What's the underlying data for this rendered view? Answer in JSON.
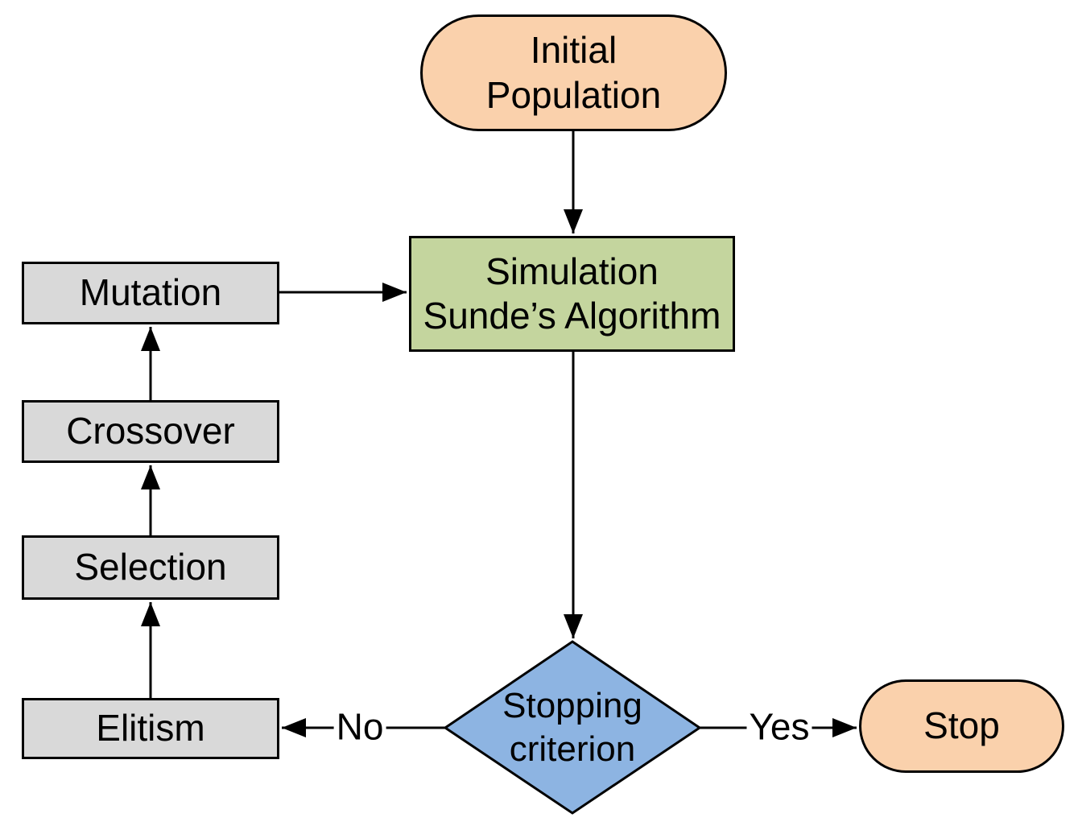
{
  "colors": {
    "terminal_fill": "#fad1ac",
    "process_fill": "#c4d59e",
    "decision_fill": "#8db4e2",
    "step_fill": "#d9d9d9",
    "stroke": "#000000"
  },
  "nodes": {
    "initial_population": {
      "type": "terminal",
      "lines": [
        "Initial",
        "Population"
      ]
    },
    "simulation": {
      "type": "process",
      "lines": [
        "Simulation",
        "Sunde’s Algorithm"
      ]
    },
    "mutation": {
      "type": "step",
      "label": "Mutation"
    },
    "crossover": {
      "type": "step",
      "label": "Crossover"
    },
    "selection": {
      "type": "step",
      "label": "Selection"
    },
    "elitism": {
      "type": "step",
      "label": "Elitism"
    },
    "stopping_criterion": {
      "type": "decision",
      "lines": [
        "Stopping",
        "criterion"
      ]
    },
    "stop": {
      "type": "terminal",
      "label": "Stop"
    }
  },
  "edges": {
    "no_label": "No",
    "yes_label": "Yes"
  }
}
